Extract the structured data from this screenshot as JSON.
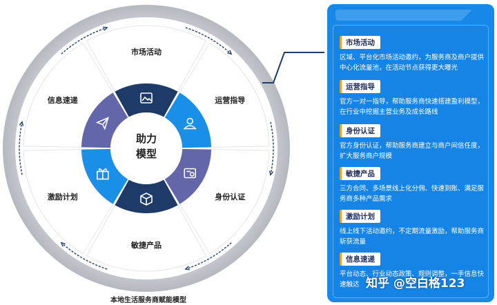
{
  "diagram": {
    "center_line1": "助力",
    "center_line2": "模型",
    "segments": [
      {
        "label": "市场活动",
        "icon": "picture-icon"
      },
      {
        "label": "运营指导",
        "icon": "user-icon"
      },
      {
        "label": "身份认证",
        "icon": "certificate-icon"
      },
      {
        "label": "敏捷产品",
        "icon": "box-icon"
      },
      {
        "label": "激励计划",
        "icon": "gift-icon"
      },
      {
        "label": "信息速递",
        "icon": "paper-plane-icon"
      }
    ],
    "colors": {
      "navy": "#1e3a66",
      "blue": "#1a8fe8",
      "purple": "#6366a8",
      "ring": "#d4d6db"
    }
  },
  "caption": "本地生活服务商赋能模型",
  "panel": {
    "items": [
      {
        "title": "市场活动",
        "desc": "区域、平台化市场活动邀约，为服务商及商户提供中心化流量池，在活动节点获得更大曝光"
      },
      {
        "title": "运营指导",
        "desc": "官方一对一指导，帮助服务商快速搭建盈利模型，在行业中挖掘主营业务及成长路线"
      },
      {
        "title": "身份认证",
        "desc": "官方身份认证，帮助服务商建立与商户间信任度，扩大服务商户规模"
      },
      {
        "title": "敏捷产品",
        "desc": "三方合同、多场景线上化分佣、快速到账、满足服务商多种产品需求"
      },
      {
        "title": "激励计划",
        "desc": "线上线下活动邀约，不定期流量激励，帮助服务商斩获流量"
      },
      {
        "title": "信息速递",
        "desc": "平台动态、行业动态政策、规则调整，一手信息快速触达"
      }
    ]
  },
  "watermark": "知乎 @空白格123"
}
